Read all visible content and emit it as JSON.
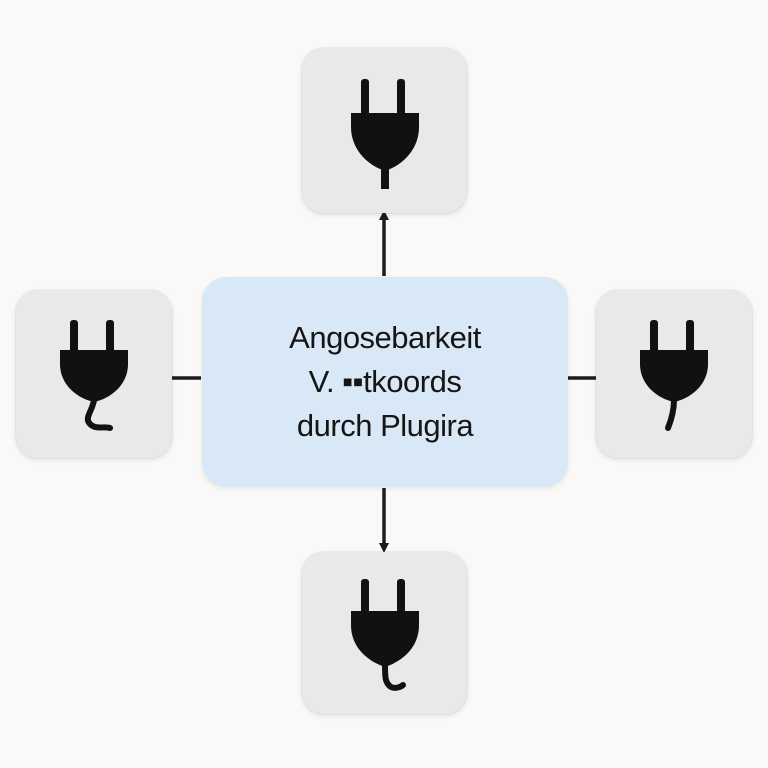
{
  "center": {
    "line1": "Angosebarkeit",
    "line2": "V. ▪▪tkoords",
    "line3": "durch Plugira"
  },
  "nodes": [
    {
      "position": "top",
      "icon": "plug-icon"
    },
    {
      "position": "left",
      "icon": "plug-icon"
    },
    {
      "position": "right",
      "icon": "plug-icon"
    },
    {
      "position": "bottom",
      "icon": "plug-icon"
    }
  ],
  "colors": {
    "background": "#faf9f8",
    "tile": "#e9e9ec",
    "center_box": "#d9e8f6",
    "ink": "#151515"
  }
}
